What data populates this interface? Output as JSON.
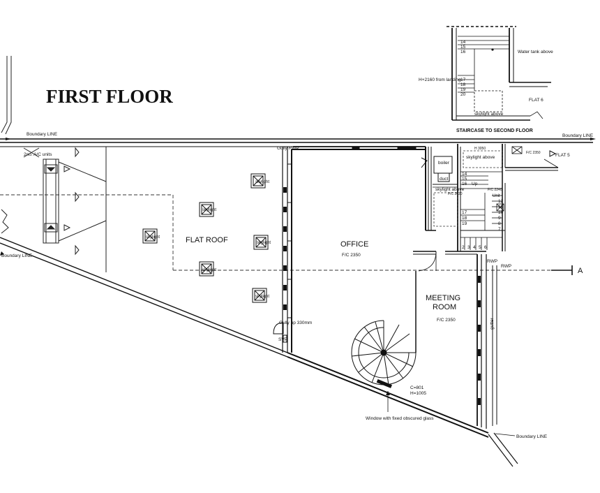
{
  "title": "FIRST FLOOR",
  "rooms": {
    "flat_roof": "FLAT ROOF",
    "office": "OFFICE",
    "office_fc": "F/C 2350",
    "meeting_room_line1": "MEETING",
    "meeting_room_line2": "ROOM",
    "meeting_fc": "F/C 2350",
    "flat5": "FLAT 5",
    "flat6": "FLAT 6"
  },
  "labels": {
    "boundary_line": "Boundary LINE",
    "skylight": "skylight",
    "skylight_above": "skylight above",
    "ac_units": "2no. A/C units",
    "gully_rwp": "Gully RWP",
    "gully_up": "Gully up 330mm",
    "svp": "SVP",
    "rwp": "RWP",
    "gutter": "gutter",
    "boiler": "boiler",
    "duct": "duct",
    "up": "Up",
    "water_tank": "Water tank above",
    "h2160": "H+2160 from landing",
    "staircase_second": "STAIRCASE TO SECOND FLOOR",
    "window_obscured": "Window with fixed obscured glass",
    "c801": "C=801",
    "h1005": "H=1005",
    "section_a": "A",
    "fc_2350": "F/C 2350",
    "h3050": "H 3050",
    "fc2020": "F/C 2020",
    "fc2240": "F/C 2240",
    "unit_label": "Unit"
  },
  "stair_numbers": {
    "second_floor": [
      "14",
      "15",
      "16",
      "17",
      "18",
      "19",
      "20"
    ],
    "main_upper": [
      "14",
      "15",
      "16"
    ],
    "main_left": [
      "17",
      "18",
      "19"
    ],
    "main_right": [
      "12",
      "11",
      "10",
      "9",
      "8",
      "7"
    ],
    "main_bottom": [
      "2",
      "3",
      "4",
      "5",
      "6"
    ]
  }
}
